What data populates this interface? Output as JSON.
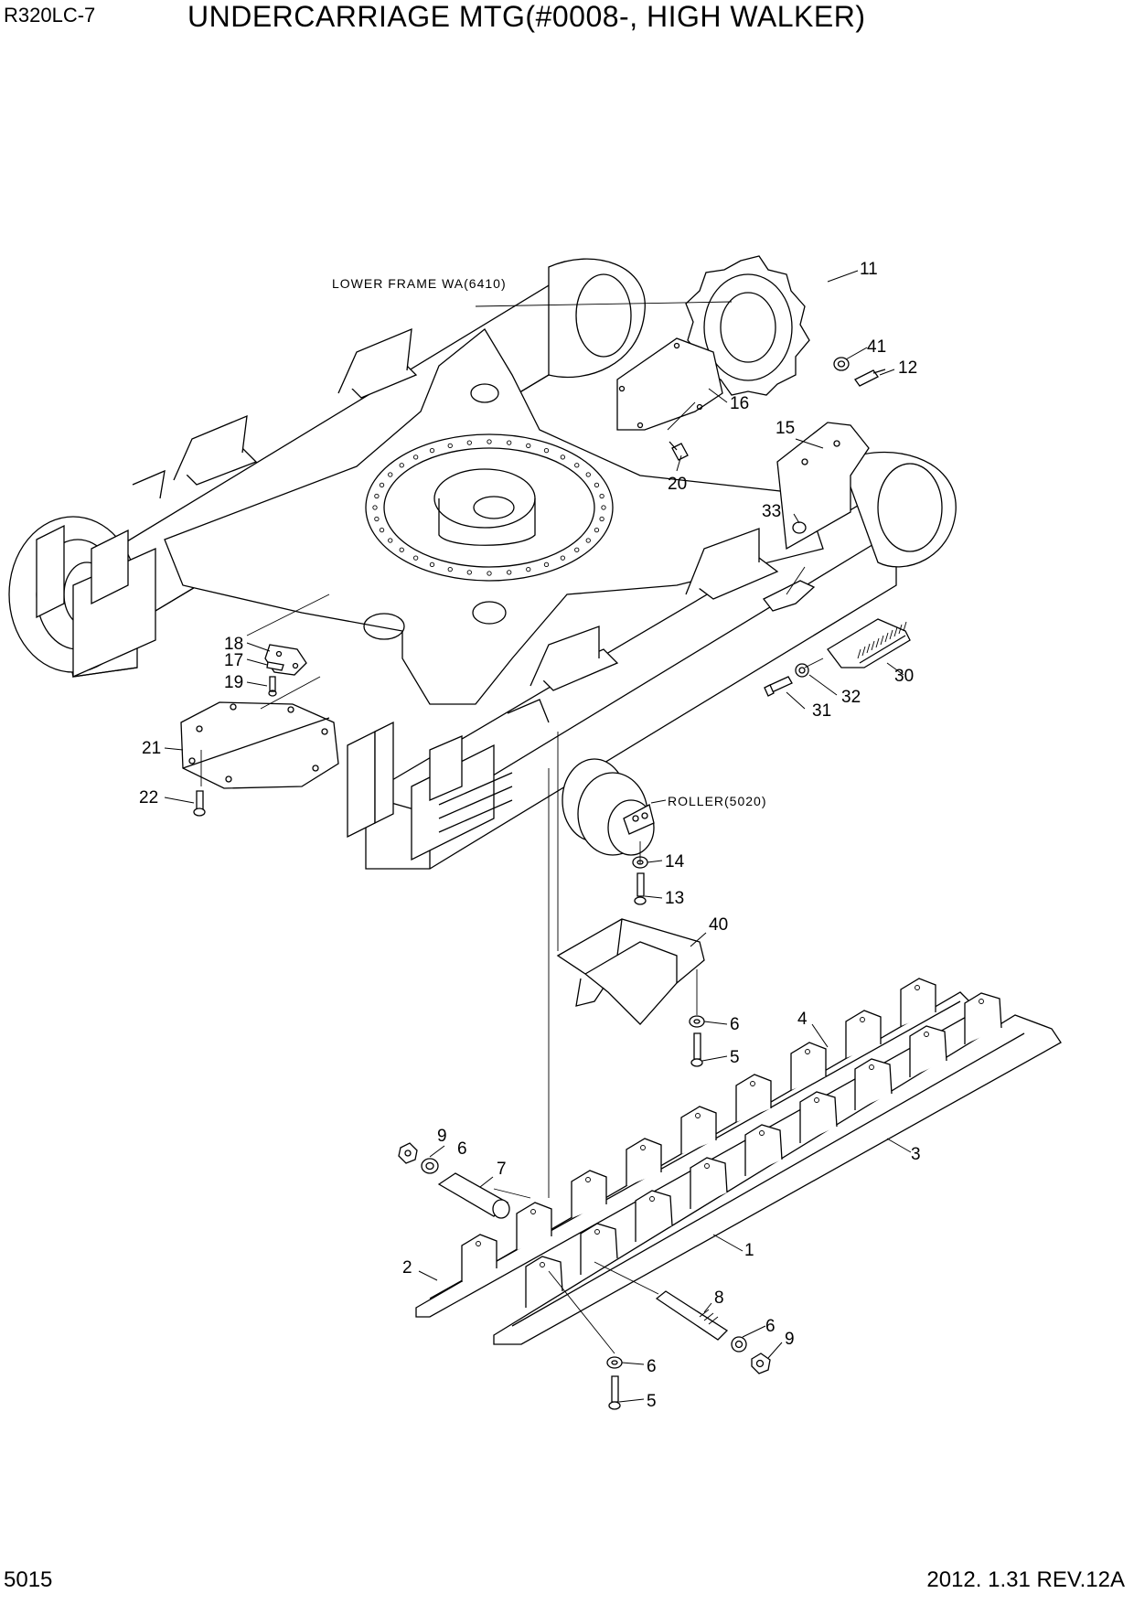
{
  "header": {
    "model": "R320LC-7",
    "title": "UNDERCARRIAGE MTG(#0008-, HIGH WALKER)"
  },
  "footer": {
    "page": "5015",
    "revision": "2012. 1.31  REV.12A"
  },
  "notes": {
    "lower_frame": "LOWER FRAME WA(6410)",
    "roller": "ROLLER(5020)"
  },
  "callouts": {
    "c11": "11",
    "c41": "41",
    "c12": "12",
    "c16": "16",
    "c15": "15",
    "c20": "20",
    "c33": "33",
    "c18": "18",
    "c17": "17",
    "c19": "19",
    "c30": "30",
    "c32": "32",
    "c31": "31",
    "c21": "21",
    "c22": "22",
    "c14": "14",
    "c13": "13",
    "c40": "40",
    "c6a": "6",
    "c5a": "5",
    "c4": "4",
    "c3": "3",
    "c9a": "9",
    "c6b": "6",
    "c7": "7",
    "c1": "1",
    "c2": "2",
    "c8": "8",
    "c6c": "6",
    "c9b": "9",
    "c6d": "6",
    "c5b": "5"
  }
}
